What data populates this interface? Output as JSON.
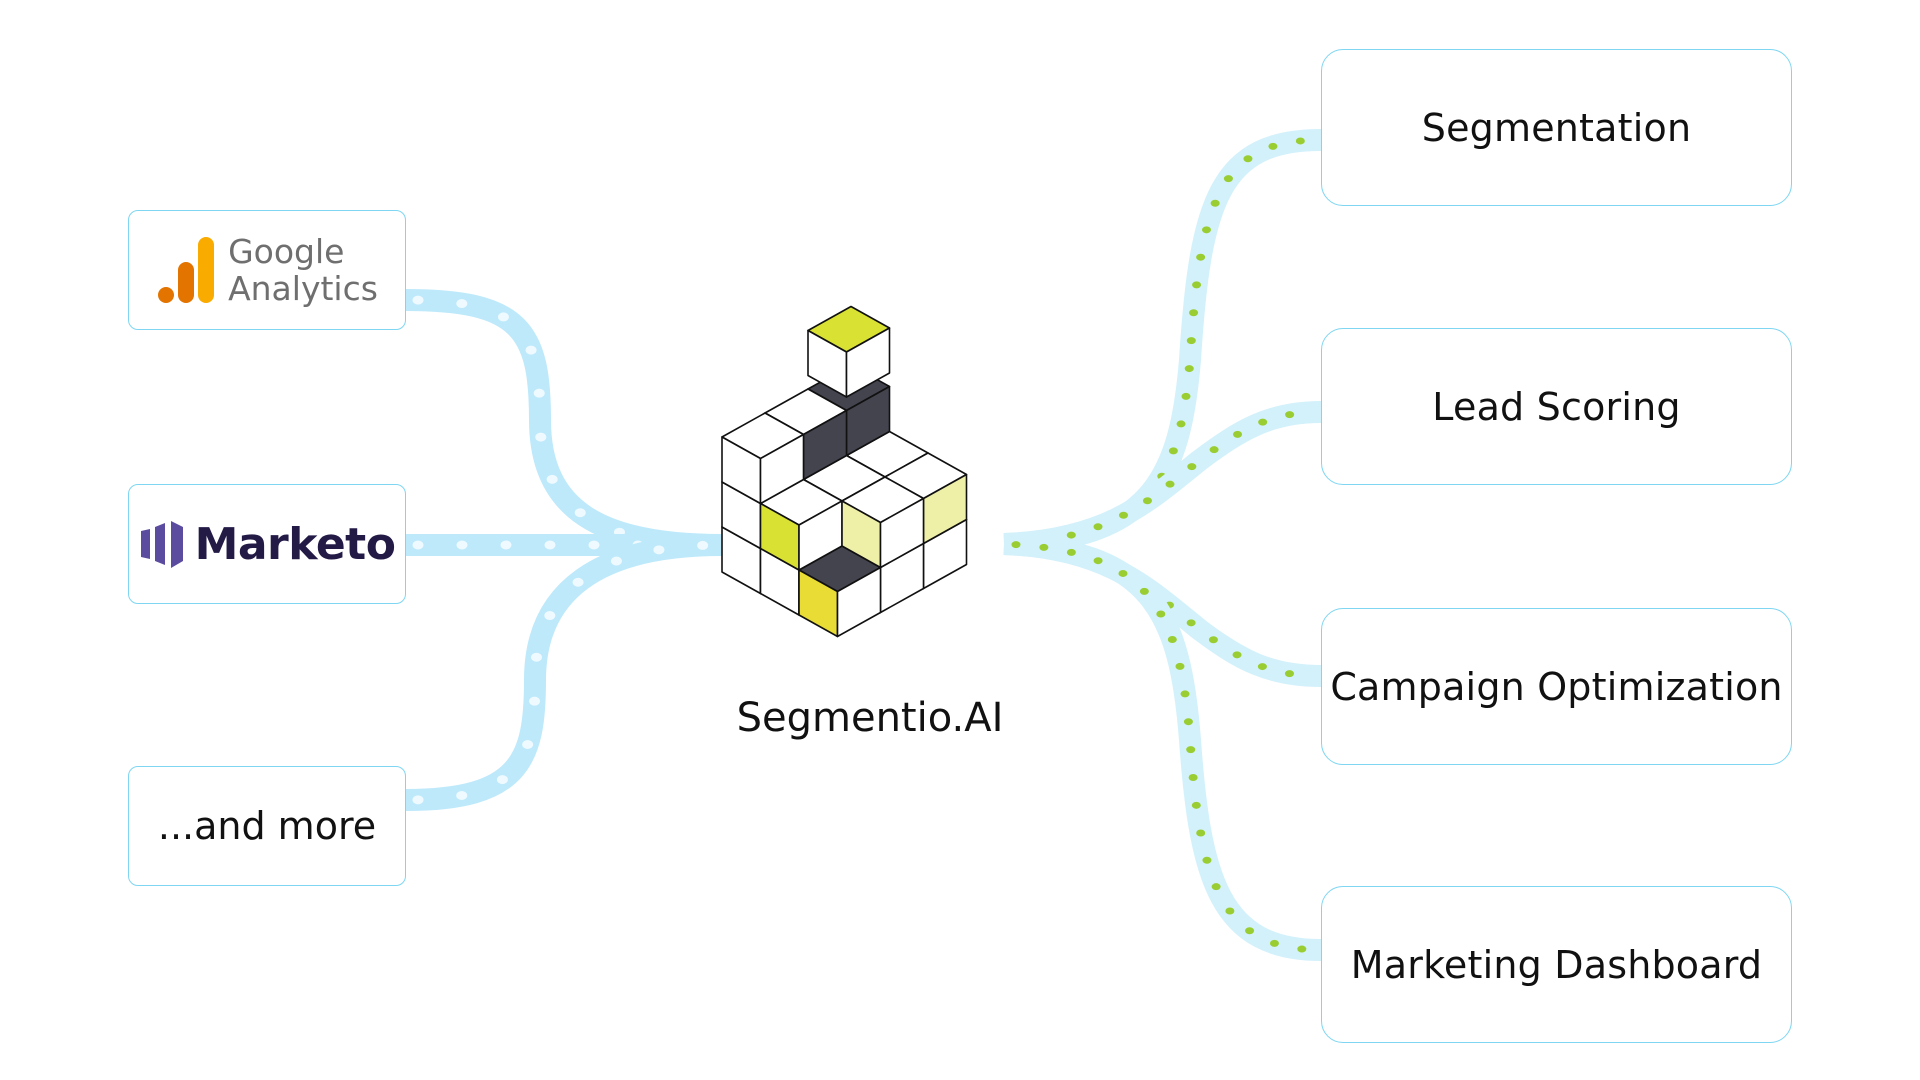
{
  "brand": {
    "name": "Segmentio.AI",
    "icon": "stacked-cubes-logo",
    "colors": {
      "accent_yellow": "#d9e232",
      "light_yellow": "#eef0a8",
      "dark": "#44444f",
      "gold": "#e9dc35"
    }
  },
  "sources": [
    {
      "id": "google-analytics",
      "line1": "Google",
      "line2": "Analytics",
      "icon": "google-analytics-bars-icon",
      "colors": [
        "#e37400",
        "#e37400",
        "#f9ab00"
      ]
    },
    {
      "id": "marketo",
      "label": "Marketo",
      "icon": "marketo-bars-icon",
      "color": "#5c4c9f"
    },
    {
      "id": "more",
      "label": "...and more"
    }
  ],
  "outputs": [
    {
      "id": "segmentation",
      "label": "Segmentation"
    },
    {
      "id": "lead-scoring",
      "label": "Lead Scoring"
    },
    {
      "id": "campaign-optimization",
      "label": "Campaign Optimization"
    },
    {
      "id": "marketing-dashboard",
      "label": "Marketing Dashboard"
    }
  ],
  "connectors": {
    "input_ribbon_color": "#bde9fb",
    "input_dot_color": "#eefaff",
    "output_ribbon_color": "#d3f1fb",
    "output_dot_color": "#9acd32",
    "box_border_color": "#7fd6f2"
  }
}
